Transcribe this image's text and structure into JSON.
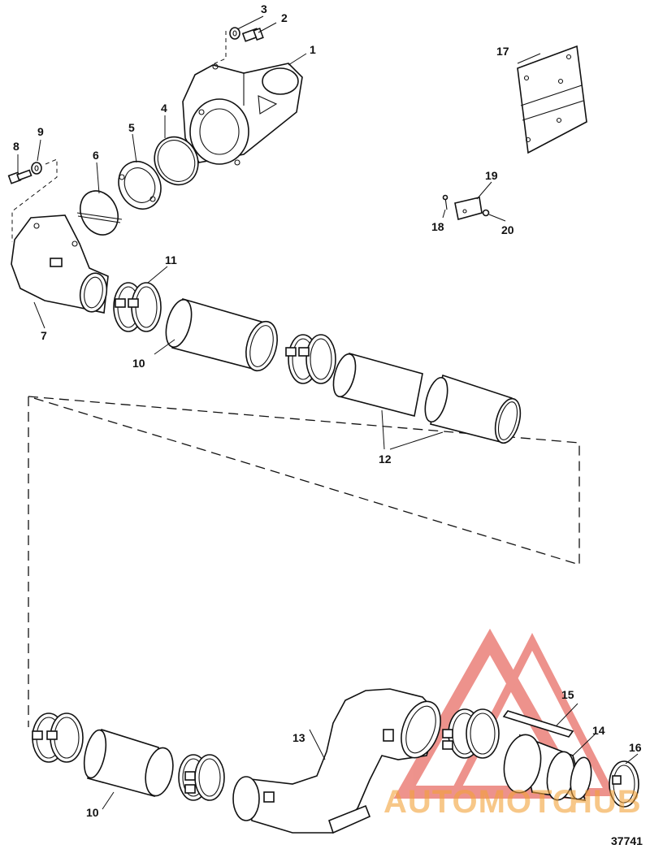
{
  "diagram": {
    "callouts": {
      "c1": "1",
      "c2": "2",
      "c3": "3",
      "c4": "4",
      "c5": "5",
      "c6": "6",
      "c7": "7",
      "c8": "8",
      "c9": "9",
      "c10a": "10",
      "c10b": "10",
      "c11": "11",
      "c12": "12",
      "c13": "13",
      "c14": "14",
      "c15": "15",
      "c16": "16",
      "c17": "17",
      "c18": "18",
      "c19": "19",
      "c20": "20"
    },
    "figure_number": "37741"
  },
  "watermark": {
    "text_left": "AUTOMOTO",
    "text_right": "HUB",
    "color_red": "#e03a2f",
    "color_orange": "#f2a23a"
  }
}
